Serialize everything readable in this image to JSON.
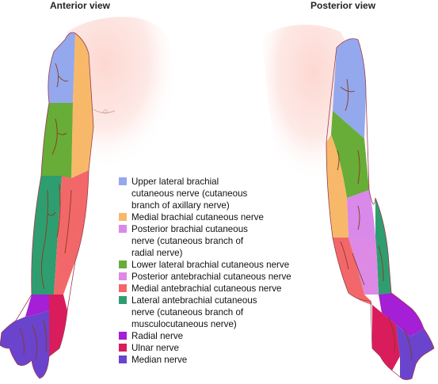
{
  "titles": {
    "anterior": "Anterior view",
    "posterior": "Posterior view"
  },
  "legend": [
    {
      "lines": [
        "Upper lateral brachial",
        "cutaneous nerve (cutaneous",
        "branch of axillary nerve)"
      ],
      "color": "#94a8ee"
    },
    {
      "lines": [
        "Medial brachial cutaneous nerve"
      ],
      "color": "#f7b969"
    },
    {
      "lines": [
        "Posterior brachial cutaneous",
        "nerve (cutaneous branch of",
        "radial nerve)"
      ],
      "color": "#d889ea"
    },
    {
      "lines": [
        "Lower lateral brachial cutaneous nerve"
      ],
      "color": "#67ad37"
    },
    {
      "lines": [
        "Posterior antebrachial cutaneous nerve"
      ],
      "color": "#dc8ae6"
    },
    {
      "lines": [
        "Medial antebrachial cutaneous nerve"
      ],
      "color": "#f2686a"
    },
    {
      "lines": [
        "Lateral antebrachial cutaneous",
        "nerve (cutaneous branch of",
        "musculocutaneous nerve)"
      ],
      "color": "#2e9e70"
    },
    {
      "lines": [
        "Radial nerve"
      ],
      "color": "#a41fd5"
    },
    {
      "lines": [
        "Ulnar nerve"
      ],
      "color": "#d91c5c"
    },
    {
      "lines": [
        "Median nerve"
      ],
      "color": "#6a44cd"
    }
  ],
  "colors": {
    "skin": "#fbe0dc",
    "vein": "#8a3a1c",
    "outline": "#9a3b4b"
  }
}
